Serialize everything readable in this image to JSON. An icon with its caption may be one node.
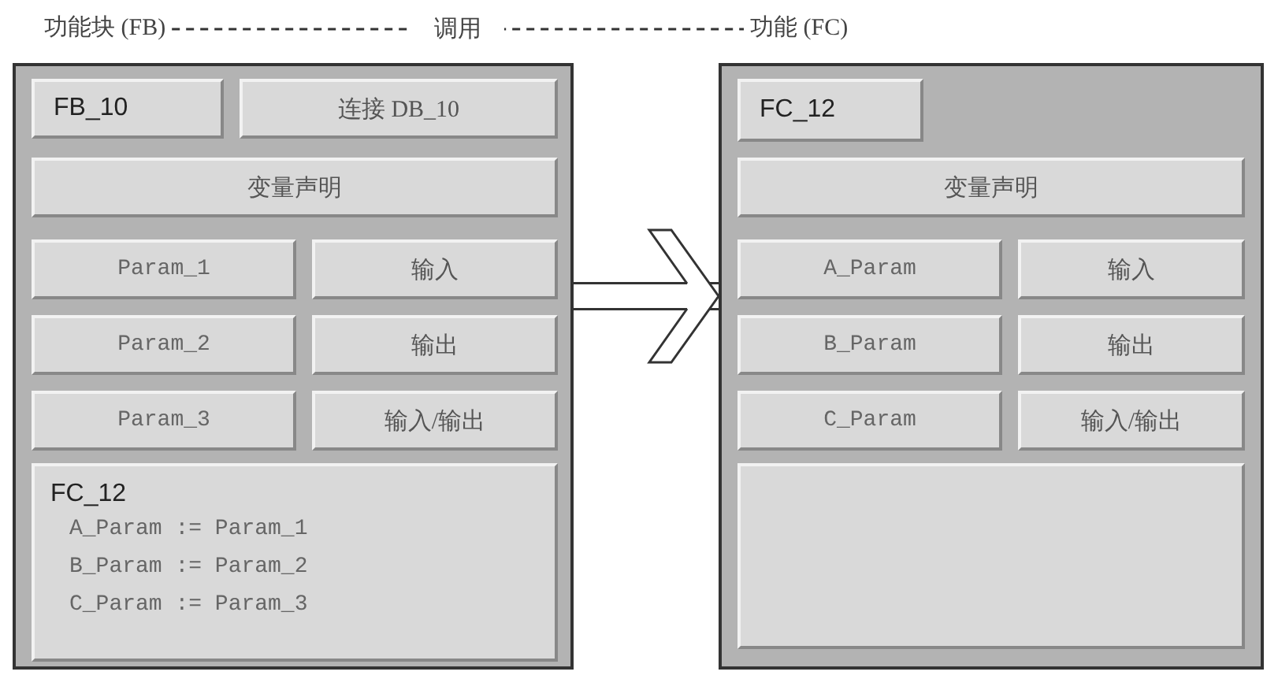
{
  "diagram": {
    "nodes": [
      {
        "text": [
          "功能块 (FB)"
        ]
      },
      {
        "text": [
          "FB_10"
        ],
        "in": 0
      },
      {
        "text": [
          "连接 DB_10"
        ],
        "in": 0
      },
      {
        "text": [
          "变量声明"
        ],
        "in": 0
      },
      {
        "text": [
          "Param_1"
        ],
        "in": 0
      },
      {
        "text": [
          "输入"
        ],
        "in": 0
      },
      {
        "text": [
          "Param_2"
        ],
        "in": 0
      },
      {
        "text": [
          "输出"
        ],
        "in": 0
      },
      {
        "text": [
          "Param_3"
        ],
        "in": 0
      },
      {
        "text": [
          "输入/输出"
        ],
        "in": 0
      },
      {
        "text": [
          "FC_12",
          "A_Param := Param_1",
          "B_Param := Param_2",
          "C_Param := Param_3"
        ],
        "in": 0
      },
      {
        "text": [
          "功能 (FC)"
        ]
      },
      {
        "text": [
          "FC_12"
        ],
        "in": 11
      },
      {
        "text": [
          "变量声明"
        ],
        "in": 11
      },
      {
        "text": [
          "A_Param"
        ],
        "in": 11
      },
      {
        "text": [
          "输入"
        ],
        "in": 11
      },
      {
        "text": [
          "B_Param"
        ],
        "in": 11
      },
      {
        "text": [
          "输出"
        ],
        "in": 11
      },
      {
        "text": [
          "C_Param"
        ],
        "in": 11
      },
      {
        "text": [
          "输入/输出"
        ],
        "in": 11
      },
      {
        "text": [],
        "shape": "box",
        "in": 11
      }
    ],
    "edges": [
      {
        "from": 0,
        "to": 11,
        "arrow": "none",
        "style": "dashed",
        "label": "调用"
      },
      {
        "from": 0,
        "to": 11,
        "arrow": "to",
        "style": "thick"
      }
    ]
  }
}
